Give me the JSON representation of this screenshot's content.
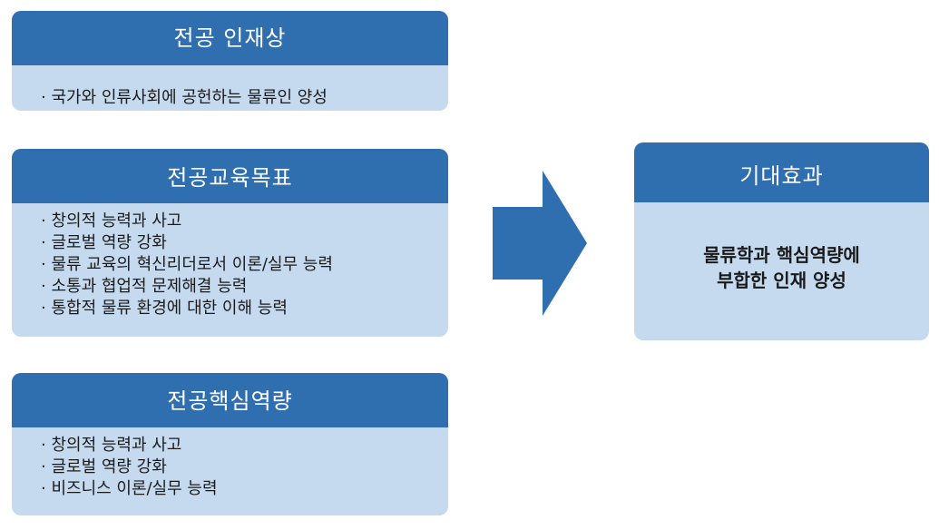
{
  "colors": {
    "header": "#2f6fb0",
    "body": "#c5daef",
    "arrow": "#2f6fb0",
    "text": "#1a1a1a"
  },
  "major_talent": {
    "title": "전공 인재상",
    "items": [
      "· 국가와 인류사회에 공헌하는 물류인 양성"
    ]
  },
  "education_goals": {
    "title": "전공교육목표",
    "items": [
      "· 창의적 능력과 사고",
      "· 글로벌 역량 강화",
      "· 물류 교육의 혁신리더로서 이론/실무 능력",
      "· 소통과 협업적 문제해결 능력",
      "· 통합적 물류 환경에 대한 이해 능력"
    ]
  },
  "core_competency": {
    "title": "전공핵심역량",
    "items": [
      "· 창의적 능력과 사고",
      "· 글로벌 역량 강화",
      "· 비즈니스 이론/실무 능력"
    ]
  },
  "expected_effect": {
    "title": "기대효과",
    "lines": [
      "물류학과 핵심역량에",
      "부합한 인재 양성"
    ]
  }
}
